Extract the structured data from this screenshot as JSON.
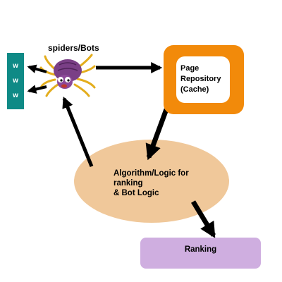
{
  "www": {
    "letters": [
      "w",
      "w",
      "w"
    ],
    "color": "#0f8a86"
  },
  "spider": {
    "label": "spiders/Bots",
    "icon": "spider-icon",
    "body_color": "#7a3f86",
    "leg_color": "#e3ad1d"
  },
  "repository": {
    "label": "Page\nRepository\n(Cache)",
    "outer_color": "#f28a0a",
    "inner_color": "#ffffff"
  },
  "algorithm": {
    "label": "Algorithm/Logic for\nranking\n& Bot Logic",
    "color": "#f0c89a"
  },
  "ranking": {
    "label": "Ranking",
    "color": "#cfaee0"
  },
  "arrow_color": "#000000"
}
